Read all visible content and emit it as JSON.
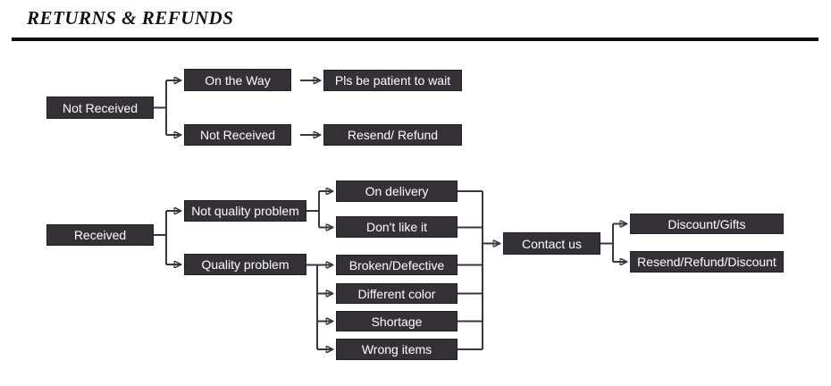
{
  "header": {
    "title": "RETURNS & REFUNDS"
  },
  "diagram": {
    "flows": [
      {
        "name": "not-received-flow",
        "root": "Not Received",
        "branches": [
          {
            "label": "On the Way",
            "result": "Pls be patient to wait"
          },
          {
            "label": "Not Received",
            "result": "Resend/ Refund"
          }
        ]
      },
      {
        "name": "received-flow",
        "root": "Received",
        "branches": [
          {
            "label": "Not quality problem",
            "reasons": [
              "On delivery",
              "Don't like it"
            ]
          },
          {
            "label": "Quality problem",
            "reasons": [
              "Broken/Defective",
              "Different color",
              "Shortage",
              "Wrong items"
            ]
          }
        ],
        "action": "Contact us",
        "outcomes": [
          "Discount/Gifts",
          "Resend/Refund/Discount"
        ]
      }
    ]
  },
  "colors": {
    "box_fill": "#343137",
    "box_border": "#232025",
    "box_text": "#ffffff",
    "connector": "#3a373b",
    "title_text": "#141414",
    "background": "#ffffff"
  }
}
